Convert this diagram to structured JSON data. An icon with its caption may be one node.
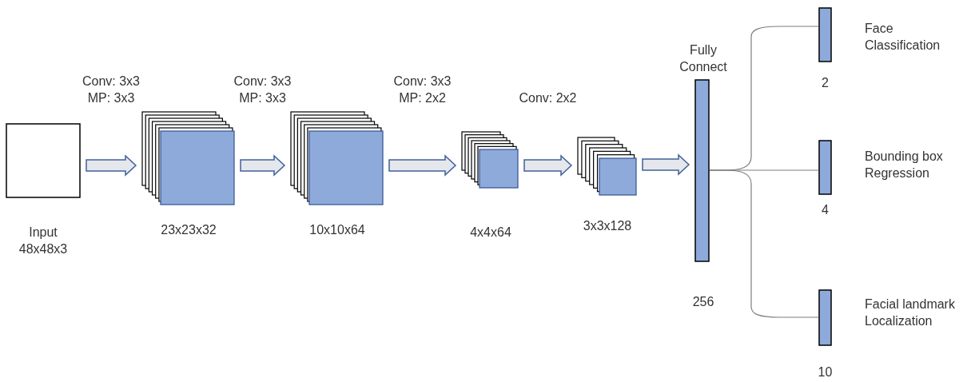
{
  "diagram": {
    "nodes": [
      {
        "text": [
          "Input 48x48x3"
        ]
      },
      {
        "text": [
          "23x23x32"
        ]
      },
      {
        "text": [
          "10x10x64"
        ]
      },
      {
        "text": [
          "4x4x64"
        ]
      },
      {
        "text": [
          "3x3x128"
        ]
      },
      {
        "text": [
          "Fully Connect",
          "256"
        ]
      },
      {
        "text": [
          "Face Classification",
          "2"
        ]
      },
      {
        "text": [
          "Bounding box Regression",
          "4"
        ]
      },
      {
        "text": [
          "Facial landmark Localization",
          "10"
        ]
      }
    ],
    "edges": [
      {
        "from": 0,
        "to": 1,
        "arrow": "to",
        "label": "Conv: 3x3 MP: 3x3"
      },
      {
        "from": 1,
        "to": 2,
        "arrow": "to",
        "label": "Conv: 3x3 MP: 3x3"
      },
      {
        "from": 2,
        "to": 3,
        "arrow": "to",
        "label": "Conv: 3x3 MP: 2x2"
      },
      {
        "from": 3,
        "to": 4,
        "arrow": "to",
        "label": "Conv: 2x2"
      },
      {
        "from": 4,
        "to": 5,
        "arrow": "to"
      },
      {
        "from": 5,
        "to": 6,
        "arrow": "none"
      },
      {
        "from": 5,
        "to": 7,
        "arrow": "none"
      },
      {
        "from": 5,
        "to": 8,
        "arrow": "none"
      }
    ]
  }
}
